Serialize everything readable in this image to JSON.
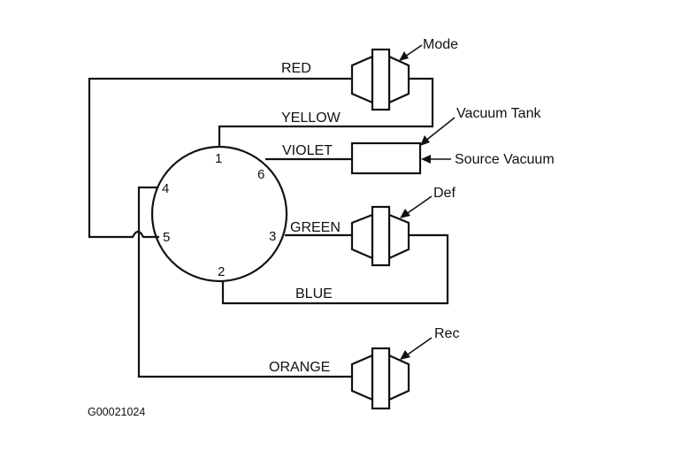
{
  "wires": {
    "red": "RED",
    "yellow": "YELLOW",
    "violet": "VIOLET",
    "green": "GREEN",
    "blue": "BLUE",
    "orange": "ORANGE"
  },
  "ports": [
    "1",
    "2",
    "3",
    "4",
    "5",
    "6"
  ],
  "components": {
    "mode": "Mode",
    "vacuum_tank": "Vacuum Tank",
    "source_vacuum": "Source Vacuum",
    "def": "Def",
    "rec": "Rec"
  },
  "figure_code": "G00021024"
}
